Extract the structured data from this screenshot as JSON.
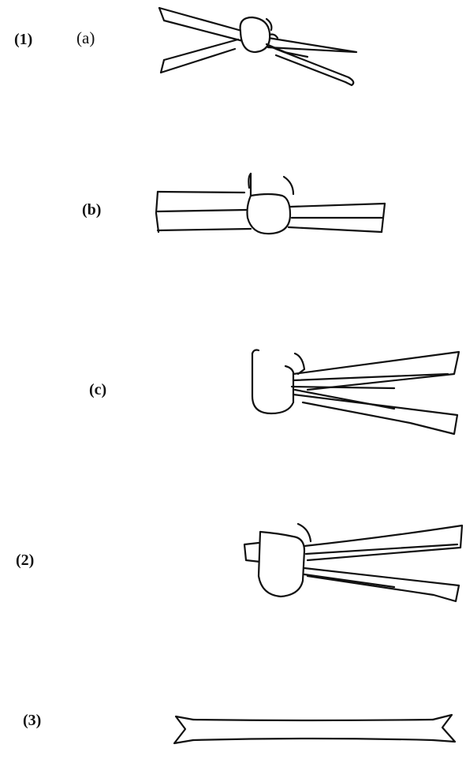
{
  "labels": {
    "step1": "(1)",
    "sub_a": "(a)",
    "sub_b": "(b)",
    "sub_c": "(c)",
    "step2": "(2)",
    "step3": "(3)"
  },
  "colors": {
    "ink": "#111111",
    "background": "#ffffff"
  }
}
